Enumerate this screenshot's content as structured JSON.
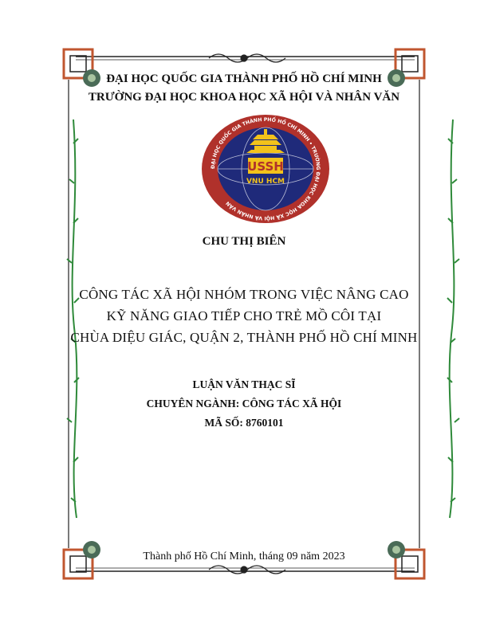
{
  "university": {
    "line1": "ĐẠI HỌC QUỐC GIA THÀNH PHỐ HỒ CHÍ MINH",
    "line2": "TRƯỜNG ĐẠI HỌC KHOA HỌC XÃ HỘI VÀ NHÂN VĂN"
  },
  "logo": {
    "ring_text": "ĐẠI HỌC QUỐC GIA THÀNH PHỐ HỒ CHÍ MINH • TRƯỜNG ĐẠI HỌC KHOA HỌC XÃ HỘI VÀ NHÂN VĂN",
    "abbr": "USSH",
    "sub": "VNU HCM",
    "colors": {
      "ring": "#b0312b",
      "globe": "#1f2a7a",
      "gold": "#f2c21b"
    }
  },
  "author": "CHU THỊ BIÊN",
  "title_lines": [
    "CÔNG TÁC XÃ HỘI NHÓM TRONG VIỆC NÂNG CAO",
    "KỸ NĂNG GIAO TIẾP CHO TRẺ MỒ CÔI TẠI",
    "CHÙA DIỆU GIÁC, QUẬN 2, THÀNH PHỐ HỒ CHÍ MINH"
  ],
  "thesis": {
    "type": "LUẬN VĂN THẠC SĨ",
    "major": "CHUYÊN NGÀNH: CÔNG TÁC XÃ HỘI",
    "code": "MÃ SỐ: 8760101"
  },
  "place_date": "Thành phố Hồ Chí Minh, tháng 09 năm 2023",
  "frame_colors": {
    "ornament": "#222222",
    "accent": "#c0562f",
    "leaf": "#2f8a3a"
  }
}
